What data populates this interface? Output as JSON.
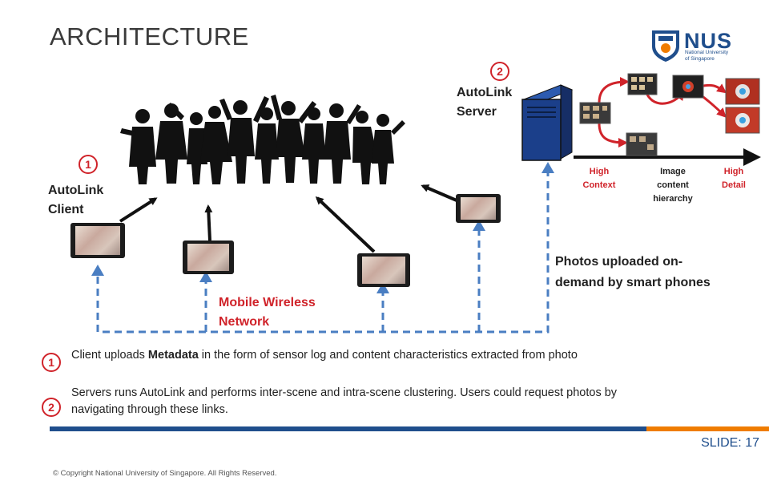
{
  "slide": {
    "title": "ARCHITECTURE",
    "number_label": "SLIDE: 17",
    "copyright": "© Copyright National University of Singapore. All Rights Reserved."
  },
  "logo": {
    "name": "NUS",
    "subtitle_line1": "National University",
    "subtitle_line2": "of Singapore"
  },
  "client": {
    "badge": "1",
    "label_line1": "AutoLink",
    "label_line2": "Client"
  },
  "server": {
    "badge": "2",
    "label_line1": "AutoLink",
    "label_line2": "Server"
  },
  "network": {
    "label_line1": "Mobile Wireless",
    "label_line2": "Network"
  },
  "hierarchy": {
    "left_line1": "High",
    "left_line2": "Context",
    "middle_line1": "Image",
    "middle_line2": "content",
    "middle_line3": "hierarchy",
    "right_line1": "High",
    "right_line2": "Detail"
  },
  "uploads": {
    "line1": "Photos uploaded on-",
    "line2": "demand by smart phones"
  },
  "notes": [
    {
      "badge": "1",
      "prefix": "Client uploads ",
      "bold": "Metadata",
      "suffix": " in the form of sensor log and content characteristics extracted from photo"
    },
    {
      "badge": "2",
      "line1": "Servers runs AutoLink and performs inter-scene and intra-scene clustering. Users could request photos by",
      "line2": "navigating through these links."
    }
  ],
  "colors": {
    "accent_red": "#d0232a",
    "dashed_blue": "#4a7ec2",
    "footer_blue": "#1f4e8c",
    "footer_orange": "#ef7c00",
    "server_blue": "#1b3f8a"
  }
}
